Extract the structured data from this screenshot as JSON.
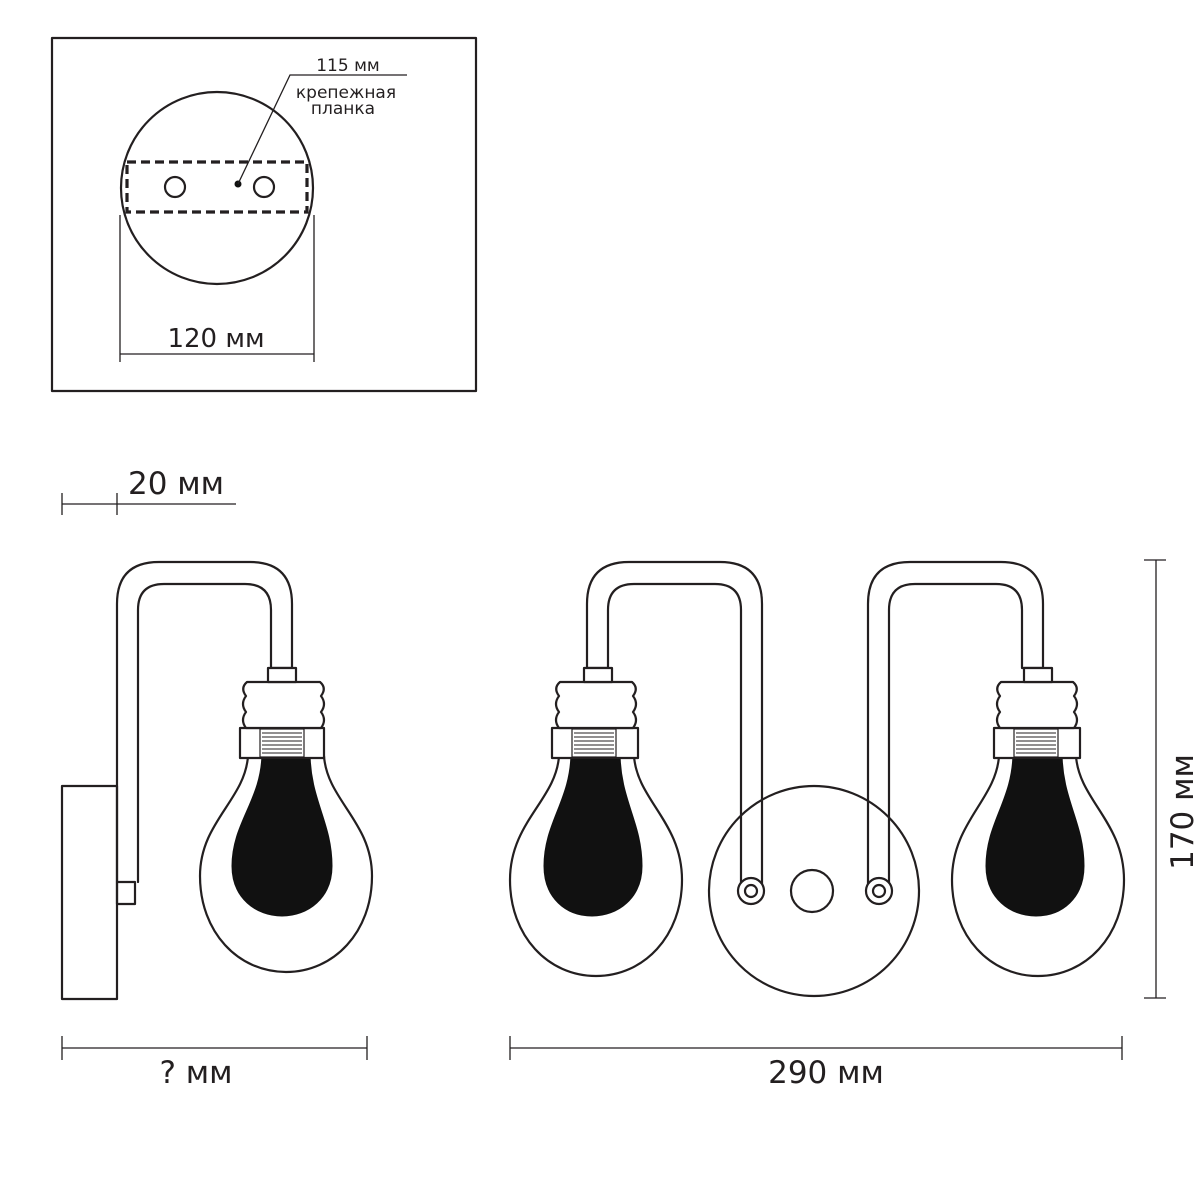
{
  "mount_plate": {
    "bar_size": "115 мм",
    "bar_label_line1": "крепежная",
    "bar_label_line2": "планка",
    "diameter": "120 мм"
  },
  "side_view": {
    "depth_offset": "20 мм",
    "width": "? мм"
  },
  "front_view": {
    "width": "290 мм",
    "height": "170 мм"
  }
}
